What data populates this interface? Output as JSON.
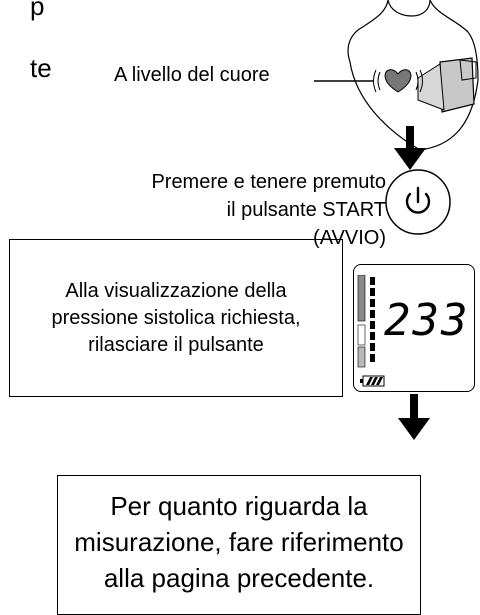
{
  "fragments": {
    "top_left": "p",
    "left_mid": "te"
  },
  "heart_label": "A livello del cuore",
  "press_instruction": "Premere e tenere premuto il pulsante START (AVVIO)",
  "release_instruction": "Alla visualizzazione della pressione sistolica richiesta, rilasciare il pulsante",
  "display_value": "233",
  "reference_note": "Per quanto riguarda la misurazione, fare riferimento alla pagina precedente."
}
